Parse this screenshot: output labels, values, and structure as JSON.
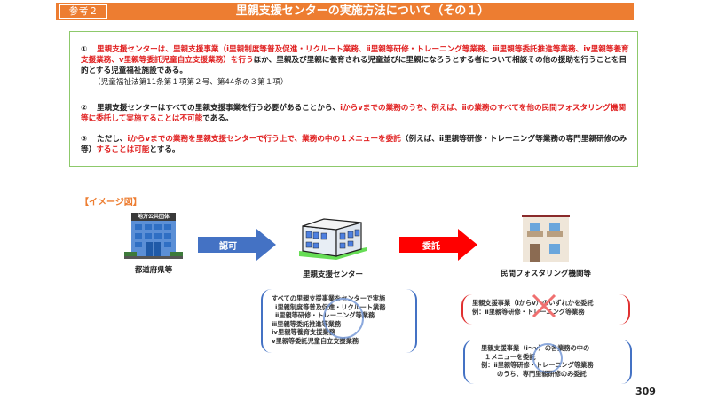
{
  "header": {
    "tag": "参考２",
    "title": "里親支援センターの実施方法について（その１）",
    "color": "#ed7d31"
  },
  "notes": {
    "items": [
      {
        "number": "①",
        "segments": [
          {
            "text": "里親支援センターは、里親支援事業（ⅰ里親制度等普及促進・リクルート業務、ⅱ里親等研修・トレーニング等業務、ⅲ里親等委託推進等業務、ⅳ里親等養育支援業務、ⅴ里親等委託児童自立支援業務）を行う",
            "style": "red"
          },
          {
            "text": "ほか、里親及び里親に養育される児童並びに里親になろうとする者について相談その他の援助を行うことを目的とする児童福祉施設である。",
            "style": "normal"
          }
        ],
        "citation": "（児童福祉法第11条第１項第２号、第44条の３第１項）"
      },
      {
        "number": "②",
        "segments": [
          {
            "text": "里親支援センターはすべての里親支援事業を行う必要があることから、",
            "style": "normal"
          },
          {
            "text": "ⅰからⅴまでの業務のうち、例えば、ⅱの業務のすべてを他の民間フォスタリング機関等に委託して実施することは不可能",
            "style": "red"
          },
          {
            "text": "である。",
            "style": "normal"
          }
        ]
      },
      {
        "number": "③",
        "segments": [
          {
            "text": "ただし、",
            "style": "normal"
          },
          {
            "text": "ⅰからⅴまでの業務を里親支援センターで行う上で、業務の中の１メニューを委託",
            "style": "red"
          },
          {
            "text": "（例えば、ⅱ里親等研修・トレーニング等業務の専門里親研修のみ等）",
            "style": "normal"
          },
          {
            "text": "することは可能",
            "style": "red"
          },
          {
            "text": "とする。",
            "style": "normal"
          }
        ]
      }
    ]
  },
  "diagram": {
    "label": "【イメージ図】",
    "prefecture": {
      "sign": "地方公共団体",
      "label": "都道府県等",
      "icon": "government-building-icon"
    },
    "arrow_approval": {
      "label": "認可",
      "color": "#4472c4"
    },
    "center": {
      "label": "里親支援センター",
      "icon": "school-building-icon"
    },
    "arrow_delegate": {
      "label": "委託",
      "color": "#ff0000"
    },
    "private": {
      "label": "民間フォスタリング機関等",
      "icon": "house-icon"
    },
    "center_box": {
      "lines": [
        "すべての里親支援事業をセンターで実施",
        "ⅰ里親制度等普及促進・リクルート業務",
        "ⅱ里親等研修・トレーニング等業務",
        "ⅲ里親等委託推進等業務",
        "ⅳ里親等養育支援業務",
        "ⅴ里親等委託児童自立支援業務"
      ],
      "mark": "circle"
    },
    "not_allowed_box": {
      "lines": [
        "里親支援事業（ⅰからⅴ）のいずれかを委託",
        "例：ⅱ里親等研修・トレーニング等業務"
      ],
      "mark": "cross"
    },
    "allowed_box": {
      "lines": [
        "里親支援事業（ⅰ～ⅴ）の各業務の中の",
        "１メニューを委託",
        "例：ⅱ里親等研修・トレーニング等業務",
        "のうち、専門里親研修のみ委託"
      ],
      "mark": "circle"
    }
  },
  "page_number": "309"
}
